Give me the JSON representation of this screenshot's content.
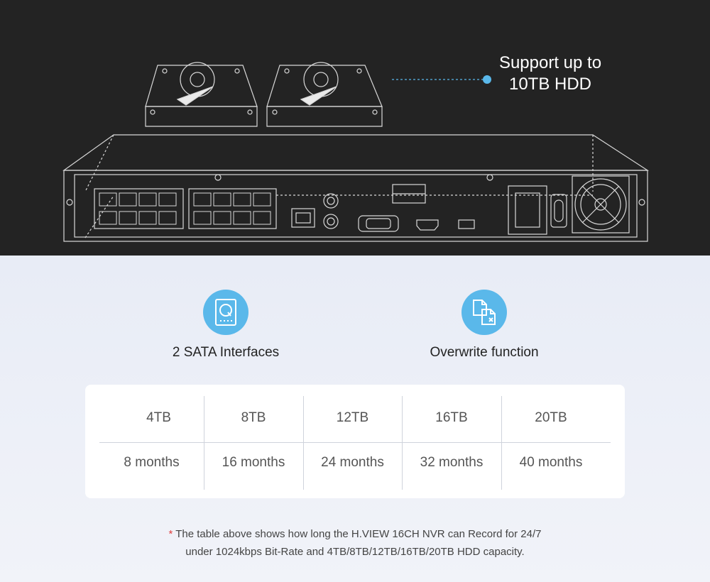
{
  "hero": {
    "callout_text": "Support up to\n10TB HDD"
  },
  "features": [
    {
      "icon": "hdd-icon",
      "label": "2 SATA Interfaces"
    },
    {
      "icon": "overwrite-documents-icon",
      "label": "Overwrite function"
    }
  ],
  "table": {
    "headers": [
      "4TB",
      "8TB",
      "12TB",
      "16TB",
      "20TB"
    ],
    "values": [
      "8 months",
      "16 months",
      "24 months",
      "32 months",
      "40 months"
    ]
  },
  "note": {
    "asterisk": "*",
    "line1": "The table above shows how long the H.VIEW 16CH NVR can Record for 24/7",
    "line2": "under 1024kbps Bit-Rate and 4TB/8TB/12TB/16TB/20TB HDD capacity."
  },
  "colors": {
    "hero_bg": "#232323",
    "accent_blue": "#5ab8ea",
    "asterisk_red": "#e04040"
  }
}
